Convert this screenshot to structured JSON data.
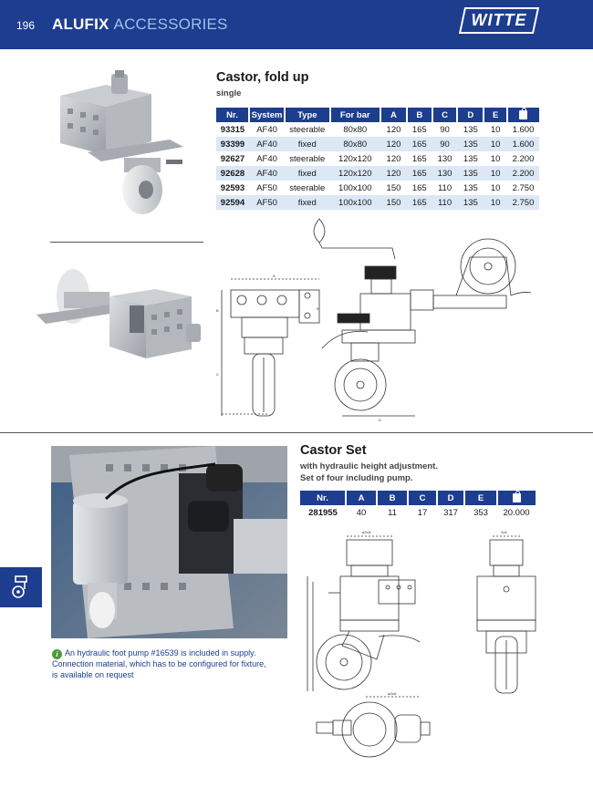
{
  "header": {
    "page_number": "196",
    "title_bold": "ALUFIX",
    "title_light": "ACCESSORIES",
    "logo_text": "WITTE",
    "color_primary": "#1d3d8f",
    "color_row_alt": "#dce8f5"
  },
  "castor_fold": {
    "title": "Castor, fold up",
    "subtitle": "single",
    "columns": [
      "Nr.",
      "System",
      "Type",
      "For bar",
      "A",
      "B",
      "C",
      "D",
      "E"
    ],
    "weight_icon": "weight-icon",
    "rows": [
      [
        "93315",
        "AF40",
        "steerable",
        "80x80",
        "120",
        "165",
        "90",
        "135",
        "10",
        "1.600"
      ],
      [
        "93399",
        "AF40",
        "fixed",
        "80x80",
        "120",
        "165",
        "90",
        "135",
        "10",
        "1.600"
      ],
      [
        "92627",
        "AF40",
        "steerable",
        "120x120",
        "120",
        "165",
        "130",
        "135",
        "10",
        "2.200"
      ],
      [
        "92628",
        "AF40",
        "fixed",
        "120x120",
        "120",
        "165",
        "130",
        "135",
        "10",
        "2.200"
      ],
      [
        "92593",
        "AF50",
        "steerable",
        "100x100",
        "150",
        "165",
        "110",
        "135",
        "10",
        "2.750"
      ],
      [
        "92594",
        "AF50",
        "fixed",
        "100x100",
        "150",
        "165",
        "110",
        "135",
        "10",
        "2.750"
      ]
    ]
  },
  "castor_set": {
    "title": "Castor Set",
    "subtitle_1": "with hydraulic height adjustment.",
    "subtitle_2": "Set of four including pump.",
    "columns": [
      "Nr.",
      "A",
      "B",
      "C",
      "D",
      "E"
    ],
    "weight_icon": "weight-icon",
    "rows": [
      [
        "281955",
        "40",
        "11",
        "17",
        "317",
        "353",
        "20.000"
      ]
    ]
  },
  "note": {
    "icon": "info-icon",
    "icon_glyph": "i",
    "line_1": "An hydraulic foot pump #16539 is included in supply.",
    "line_2": "Connection material, which has to be configured for fixture,",
    "line_3": "is available on request"
  },
  "drawing_labels": {
    "dim_a": "A",
    "dim_b": "B",
    "dim_c": "C",
    "dim_d": "D",
    "dim_e": "E",
    "set_top_left": "ø2xA",
    "set_top_right": "2xA",
    "set_bottom": "ø2xA"
  },
  "side_tab": {
    "icon": "castor-icon"
  }
}
